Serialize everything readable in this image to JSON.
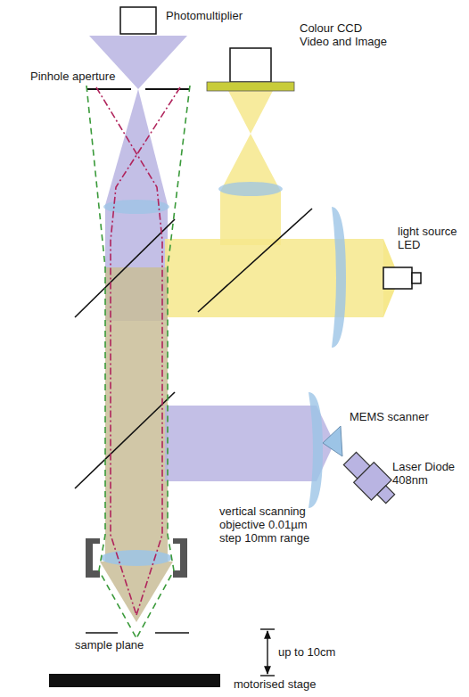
{
  "diagram": {
    "labels": [
      "Photomultiplier",
      "Pinhole aperture",
      "Colour CCD Video and Image",
      "light source LED",
      "MEMS scanner",
      "Laser Diode 408nm",
      "vertical scanning objective 0.01µm step 10mm range",
      "sample plane",
      "up to 10cm",
      "motorised stage"
    ]
  }
}
